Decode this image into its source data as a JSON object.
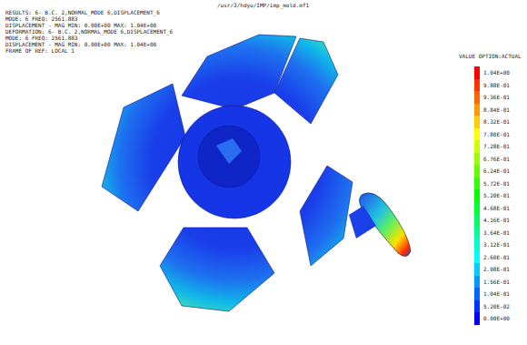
{
  "diagram": {
    "labels": [
      "/usr/3/hdyu/IMP/imp_mold.mf1",
      "RESULTS: 6- B.C. 2,NORMAL_MODE 6,DISPLACEMENT_6",
      "MODE: 6       FREQ: 2561.883",
      "DISPLACEMENT - MAG MIN: 0.00E+00 MAX: 1.04E+00",
      "DEFORMATION: 6- B.C. 2,NORMAL_MODE 6,DISPLACEMENT_6",
      "MODE: 6       FREQ: 2561.883",
      "DISPLACEMENT - MAG MIN: 0.00E+00 MAX: 1.04E+00",
      "FRAME OF REF: LOCAL 1",
      "VALUE OPTION:ACTUAL"
    ],
    "legend": [
      {
        "text": "1.04E+00",
        "color": "#ff0000"
      },
      {
        "text": "9.88E-01",
        "color": "#ff3300"
      },
      {
        "text": "9.36E-01",
        "color": "#ff6600"
      },
      {
        "text": "8.84E-01",
        "color": "#ff9900"
      },
      {
        "text": "8.32E-01",
        "color": "#ffcc00"
      },
      {
        "text": "7.80E-01",
        "color": "#ffff00"
      },
      {
        "text": "7.28E-01",
        "color": "#ccff00"
      },
      {
        "text": "6.76E-01",
        "color": "#99ff00"
      },
      {
        "text": "6.24E-01",
        "color": "#66ff00"
      },
      {
        "text": "5.72E-01",
        "color": "#33ff00"
      },
      {
        "text": "5.20E-01",
        "color": "#00ff00"
      },
      {
        "text": "4.68E-01",
        "color": "#00ff33"
      },
      {
        "text": "4.16E-01",
        "color": "#00ff66"
      },
      {
        "text": "3.64E-01",
        "color": "#00ff99"
      },
      {
        "text": "3.12E-01",
        "color": "#00ffcc"
      },
      {
        "text": "2.60E-01",
        "color": "#00ffff"
      },
      {
        "text": "2.08E-01",
        "color": "#00ccff"
      },
      {
        "text": "1.56E-01",
        "color": "#0099ff"
      },
      {
        "text": "1.04E-01",
        "color": "#0066ff"
      },
      {
        "text": "5.20E-02",
        "color": "#0033ff"
      },
      {
        "text": "0.00E+00",
        "color": "#0000ff"
      }
    ]
  }
}
